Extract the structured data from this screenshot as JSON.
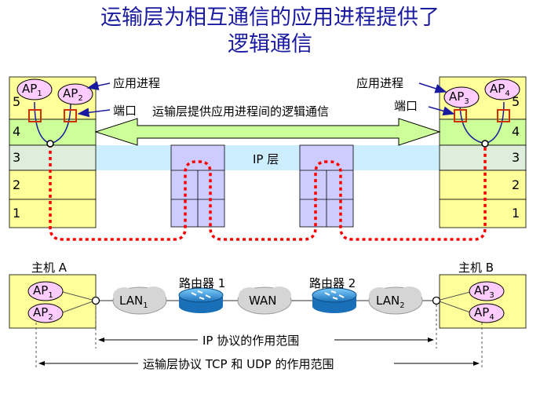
{
  "title": {
    "line1": "运输层为相互通信的应用进程提供了",
    "line2": "逻辑通信"
  },
  "top": {
    "app_process_left": "应用进程",
    "app_process_right": "应用进程",
    "port_left": "端口",
    "port_right": "端口",
    "logical_comm": "运输层提供应用进程间的逻辑通信",
    "ip_layer": "IP 层",
    "layer_numbers": [
      "5",
      "4",
      "3",
      "2",
      "1"
    ],
    "ap_left": [
      {
        "base": "AP",
        "sub": "1"
      },
      {
        "base": "AP",
        "sub": "2"
      }
    ],
    "ap_right": [
      {
        "base": "AP",
        "sub": "3"
      },
      {
        "base": "AP",
        "sub": "4"
      }
    ]
  },
  "bottom": {
    "host_a": "主机 A",
    "host_b": "主机 B",
    "router1": "路由器 1",
    "router2": "路由器 2",
    "lan1": {
      "base": "LAN",
      "sub": "1"
    },
    "wan": "WAN",
    "lan2": {
      "base": "LAN",
      "sub": "2"
    },
    "ap_a": [
      {
        "base": "AP",
        "sub": "1"
      },
      {
        "base": "AP",
        "sub": "2"
      }
    ],
    "ap_b": [
      {
        "base": "AP",
        "sub": "3"
      },
      {
        "base": "AP",
        "sub": "4"
      }
    ],
    "ip_scope": "IP 协议的作用范围",
    "transport_scope": "运输层协议 TCP 和 UDP 的作用范围"
  },
  "colors": {
    "title": "#1a1aa0",
    "layer_yellow": "#ffff99",
    "layer_green": "#ccff99",
    "ip_band": "#cceeff",
    "router_box": "#ccccff",
    "dotted_path": "#ff0000",
    "ap_ellipse": "#ffccff",
    "port_box": "#cc3300",
    "router_blue": "#2a8fd0"
  }
}
